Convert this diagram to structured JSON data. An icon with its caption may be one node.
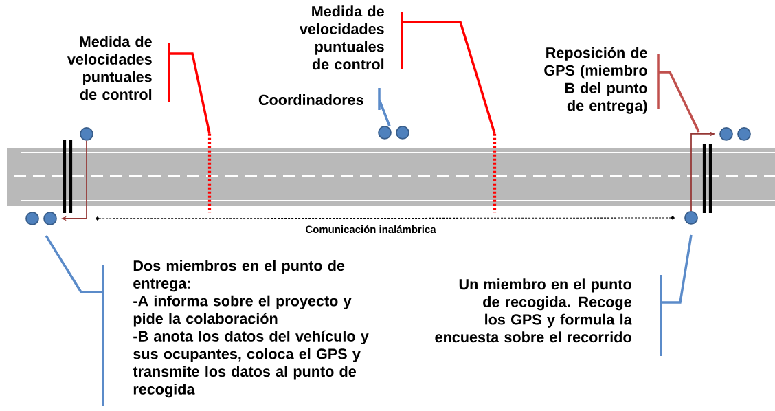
{
  "diagram": {
    "nodes": [
      {
        "text": [
          "Medida de velocidades puntuales de control"
        ]
      },
      {
        "text": [],
        "shape": "bar"
      },
      {
        "text": [
          "Medida de velocidades puntuales de control"
        ]
      },
      {
        "text": [],
        "shape": "bar"
      },
      {
        "text": [
          "Coordinadores"
        ]
      },
      {
        "text": [],
        "shape": "circle"
      },
      {
        "text": [],
        "shape": "circle"
      },
      {
        "text": [
          "Reposición de GPS (miembro B del punto de entrega)"
        ]
      },
      {
        "text": [],
        "shape": "circle"
      },
      {
        "text": [],
        "shape": "circle"
      },
      {
        "text": [],
        "shape": "circle"
      },
      {
        "text": [],
        "shape": "circle"
      },
      {
        "text": [],
        "shape": "circle"
      },
      {
        "text": [],
        "shape": "circle"
      },
      {
        "text": [
          "Dos miembros en el punto de entrega:",
          "-A informa sobre el proyecto y pide la colaboración",
          "-B anota los datos del vehículo y sus ocupantes, coloca el GPS y transmite los datos al punto de recogida"
        ]
      },
      {
        "text": [
          "Un miembro en el punto de recogida.  Recoge los GPS y formula la encuesta sobre el recorrido"
        ]
      }
    ],
    "edges": [
      {
        "from": 0,
        "to": 1,
        "arrow": "none",
        "color": "#ff0000"
      },
      {
        "from": 2,
        "to": 3,
        "arrow": "none",
        "color": "#ff0000"
      },
      {
        "from": 4,
        "to": 5,
        "arrow": "none",
        "color": "#5b8bc9"
      },
      {
        "from": 7,
        "to": 12,
        "arrow": "none",
        "color": "#c0504d"
      },
      {
        "from": 8,
        "to": 10,
        "arrow": "to",
        "color": "#953735"
      },
      {
        "from": 11,
        "to": 12,
        "arrow": "to",
        "color": "#953735"
      },
      {
        "from": 10,
        "to": 11,
        "arrow": "other",
        "style": "dashed",
        "color": "#000000",
        "label": "Comunicación inalámbrica"
      },
      {
        "from": 10,
        "to": 14,
        "arrow": "none",
        "color": "#5b8bc9"
      },
      {
        "from": 11,
        "to": 15,
        "arrow": "none",
        "color": "#5b8bc9"
      }
    ]
  }
}
